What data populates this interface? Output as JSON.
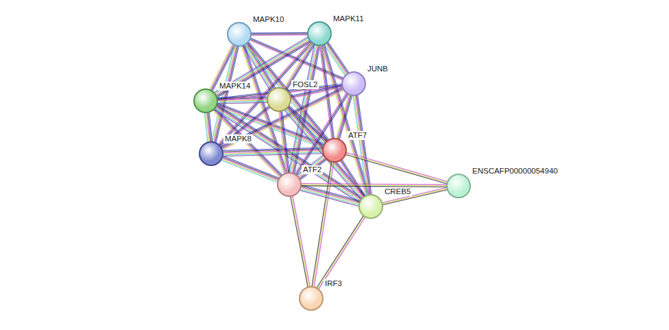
{
  "diagram": {
    "nodes": [
      {
        "text": [
          "MAPK10"
        ]
      },
      {
        "text": [
          "MAPK11"
        ]
      },
      {
        "text": [
          "JUNB"
        ]
      },
      {
        "text": [
          "MAPK14"
        ]
      },
      {
        "text": [
          "FOSL2"
        ]
      },
      {
        "text": [
          "ATF7"
        ]
      },
      {
        "text": [
          "MAPK8"
        ]
      },
      {
        "text": [
          "ATF2"
        ]
      },
      {
        "text": [
          "CREB5"
        ]
      },
      {
        "text": [
          "ENSCAFP00000054940"
        ]
      },
      {
        "text": [
          "IRF3"
        ]
      }
    ],
    "edges": [
      {
        "from": 0,
        "to": 1,
        "arrow": "none"
      },
      {
        "from": 0,
        "to": 3,
        "arrow": "none"
      },
      {
        "from": 0,
        "to": 6,
        "arrow": "none"
      },
      {
        "from": 0,
        "to": 4,
        "arrow": "none"
      },
      {
        "from": 0,
        "to": 2,
        "arrow": "none"
      },
      {
        "from": 0,
        "to": 7,
        "arrow": "none"
      },
      {
        "from": 0,
        "to": 5,
        "arrow": "none"
      },
      {
        "from": 1,
        "to": 3,
        "arrow": "none"
      },
      {
        "from": 1,
        "to": 6,
        "arrow": "none"
      },
      {
        "from": 1,
        "to": 4,
        "arrow": "none"
      },
      {
        "from": 1,
        "to": 2,
        "arrow": "none"
      },
      {
        "from": 1,
        "to": 7,
        "arrow": "none"
      },
      {
        "from": 1,
        "to": 5,
        "arrow": "none"
      },
      {
        "from": 1,
        "to": 8,
        "arrow": "none"
      },
      {
        "from": 3,
        "to": 6,
        "arrow": "none"
      },
      {
        "from": 3,
        "to": 4,
        "arrow": "none"
      },
      {
        "from": 3,
        "to": 2,
        "arrow": "none"
      },
      {
        "from": 3,
        "to": 7,
        "arrow": "none"
      },
      {
        "from": 3,
        "to": 5,
        "arrow": "none"
      },
      {
        "from": 3,
        "to": 8,
        "arrow": "none"
      },
      {
        "from": 6,
        "to": 4,
        "arrow": "none"
      },
      {
        "from": 6,
        "to": 2,
        "arrow": "none"
      },
      {
        "from": 6,
        "to": 7,
        "arrow": "none"
      },
      {
        "from": 6,
        "to": 5,
        "arrow": "none"
      },
      {
        "from": 4,
        "to": 2,
        "arrow": "none"
      },
      {
        "from": 4,
        "to": 7,
        "arrow": "none"
      },
      {
        "from": 4,
        "to": 5,
        "arrow": "none"
      },
      {
        "from": 4,
        "to": 8,
        "arrow": "none"
      },
      {
        "from": 2,
        "to": 7,
        "arrow": "none"
      },
      {
        "from": 2,
        "to": 5,
        "arrow": "none"
      },
      {
        "from": 2,
        "to": 8,
        "arrow": "none"
      },
      {
        "from": 5,
        "to": 7,
        "arrow": "none"
      },
      {
        "from": 5,
        "to": 8,
        "arrow": "none"
      },
      {
        "from": 5,
        "to": 9,
        "arrow": "none"
      },
      {
        "from": 5,
        "to": 10,
        "arrow": "none"
      },
      {
        "from": 7,
        "to": 8,
        "arrow": "none"
      },
      {
        "from": 7,
        "to": 9,
        "arrow": "none"
      },
      {
        "from": 7,
        "to": 10,
        "arrow": "none"
      },
      {
        "from": 8,
        "to": 9,
        "arrow": "none"
      },
      {
        "from": 8,
        "to": 10,
        "arrow": "none"
      }
    ]
  }
}
